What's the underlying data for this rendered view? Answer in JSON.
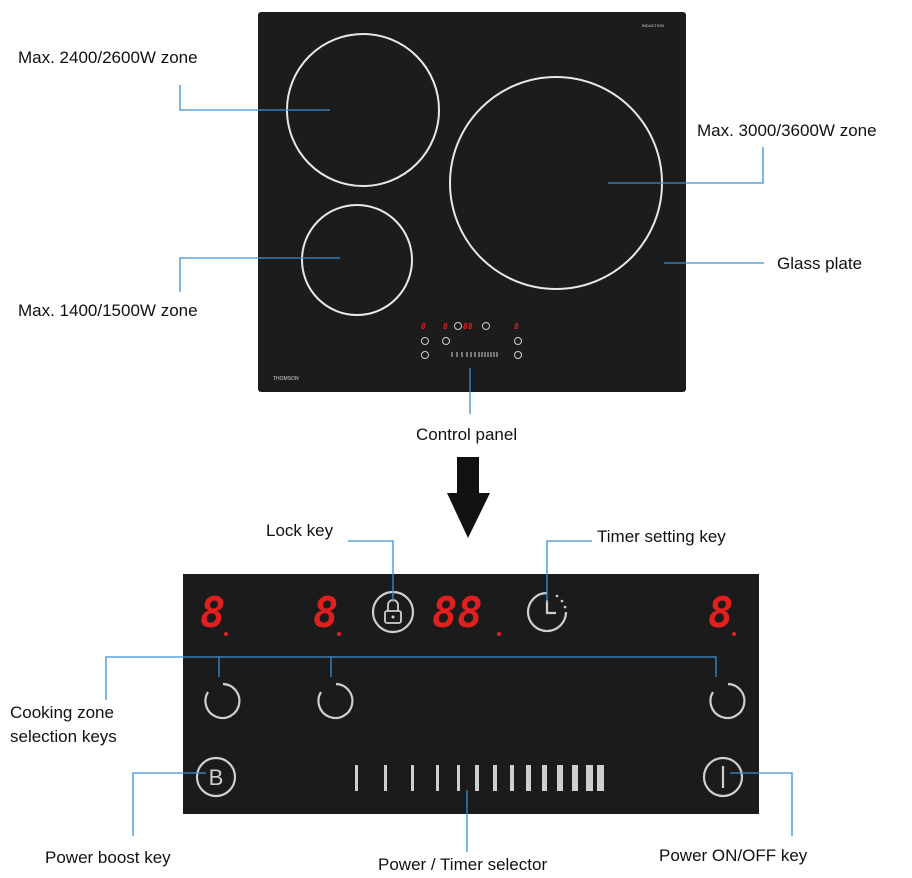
{
  "labels": {
    "zone_small_top": "Max. 2400/2600W zone",
    "zone_large": "Max. 3000/3600W zone",
    "glass_plate": "Glass plate",
    "zone_small_bottom": "Max. 1400/1500W zone",
    "control_panel": "Control panel",
    "lock_key": "Lock key",
    "timer_key": "Timer setting key",
    "cooking_zone_keys_line1": "Cooking zone",
    "cooking_zone_keys_line2": "selection keys",
    "power_boost_key": "Power boost key",
    "power_timer_selector": "Power / Timer selector",
    "power_onoff_key": "Power ON/OFF key"
  },
  "hob": {
    "brand": "THOMSON",
    "model_tag": "INDUCTION"
  },
  "displays": {
    "zone_left": "8",
    "zone_middle": "8",
    "timer": "88",
    "zone_right": "8",
    "boost_letter": "B"
  },
  "colors": {
    "panel": "#1b1b1b",
    "display_red": "#e11f1f",
    "callout_line": "#3a8fd1",
    "ring": "#e8e8e8"
  },
  "icons": [
    "lock-icon",
    "timer-icon",
    "zone-select-icon",
    "boost-icon",
    "power-icon",
    "down-arrow-icon"
  ]
}
